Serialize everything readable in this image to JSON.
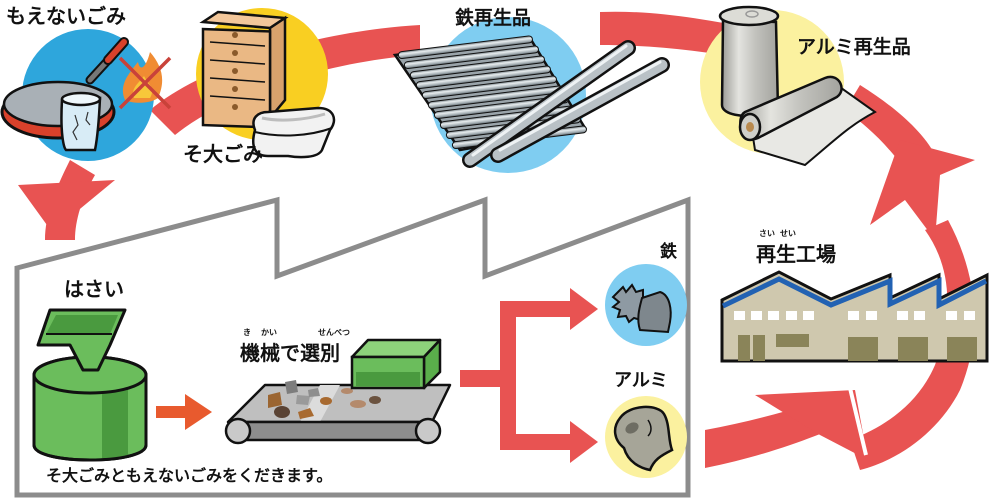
{
  "diagram": {
    "title": "Recycling flow of oversized and non-burnable waste",
    "colors": {
      "cycle_arrow": "#e85352",
      "conveyor_arrow": "#e85a2e",
      "factory_outline": "#8c8c8c",
      "blue_circle": "#2ea6dc",
      "yellow_circle": "#f9cf22",
      "iron_circle": "#7fcdf1",
      "alu_circle": "#fbf19f",
      "crusher_green": "#6bbd5c",
      "factory_wall": "#cfc8ae",
      "factory_roof": "#2262b3"
    },
    "stages": {
      "non_burnable": {
        "label": "もえないごみ",
        "items": [
          "frying-pan",
          "broken-glass",
          "no-burning-fire"
        ]
      },
      "oversized": {
        "label": "そ大ごみ",
        "items": [
          "chest-of-drawers",
          "folded-futon"
        ]
      },
      "crushing": {
        "label": "はさい",
        "item": "crusher-machine"
      },
      "sorting": {
        "label": "機械で選別",
        "ruby": [
          {
            "text": "き",
            "for": "機"
          },
          {
            "text": "かい",
            "for": "械"
          },
          {
            "text": "せんべつ",
            "for": "選別"
          }
        ],
        "ruby_top": [
          "き",
          "かい",
          "せんべつ"
        ],
        "item": "conveyor-belt-with-magnet"
      },
      "iron": {
        "label": "鉄",
        "item": "scrap-iron"
      },
      "aluminum": {
        "label": "アルミ",
        "item": "crushed-aluminum-can"
      },
      "recycle_plant": {
        "label": "再生工場",
        "ruby_top": [
          "さい",
          "せい"
        ],
        "item": "factory-building"
      },
      "recycled_iron": {
        "label": "鉄再生品",
        "items": [
          "corrugated-sheet",
          "steel-rods"
        ]
      },
      "recycled_aluminum": {
        "label": "アルミ再生品",
        "items": [
          "aluminum-can",
          "aluminum-foil-roll"
        ]
      }
    },
    "caption": "そ大ごみともえないごみをくだきます。"
  }
}
